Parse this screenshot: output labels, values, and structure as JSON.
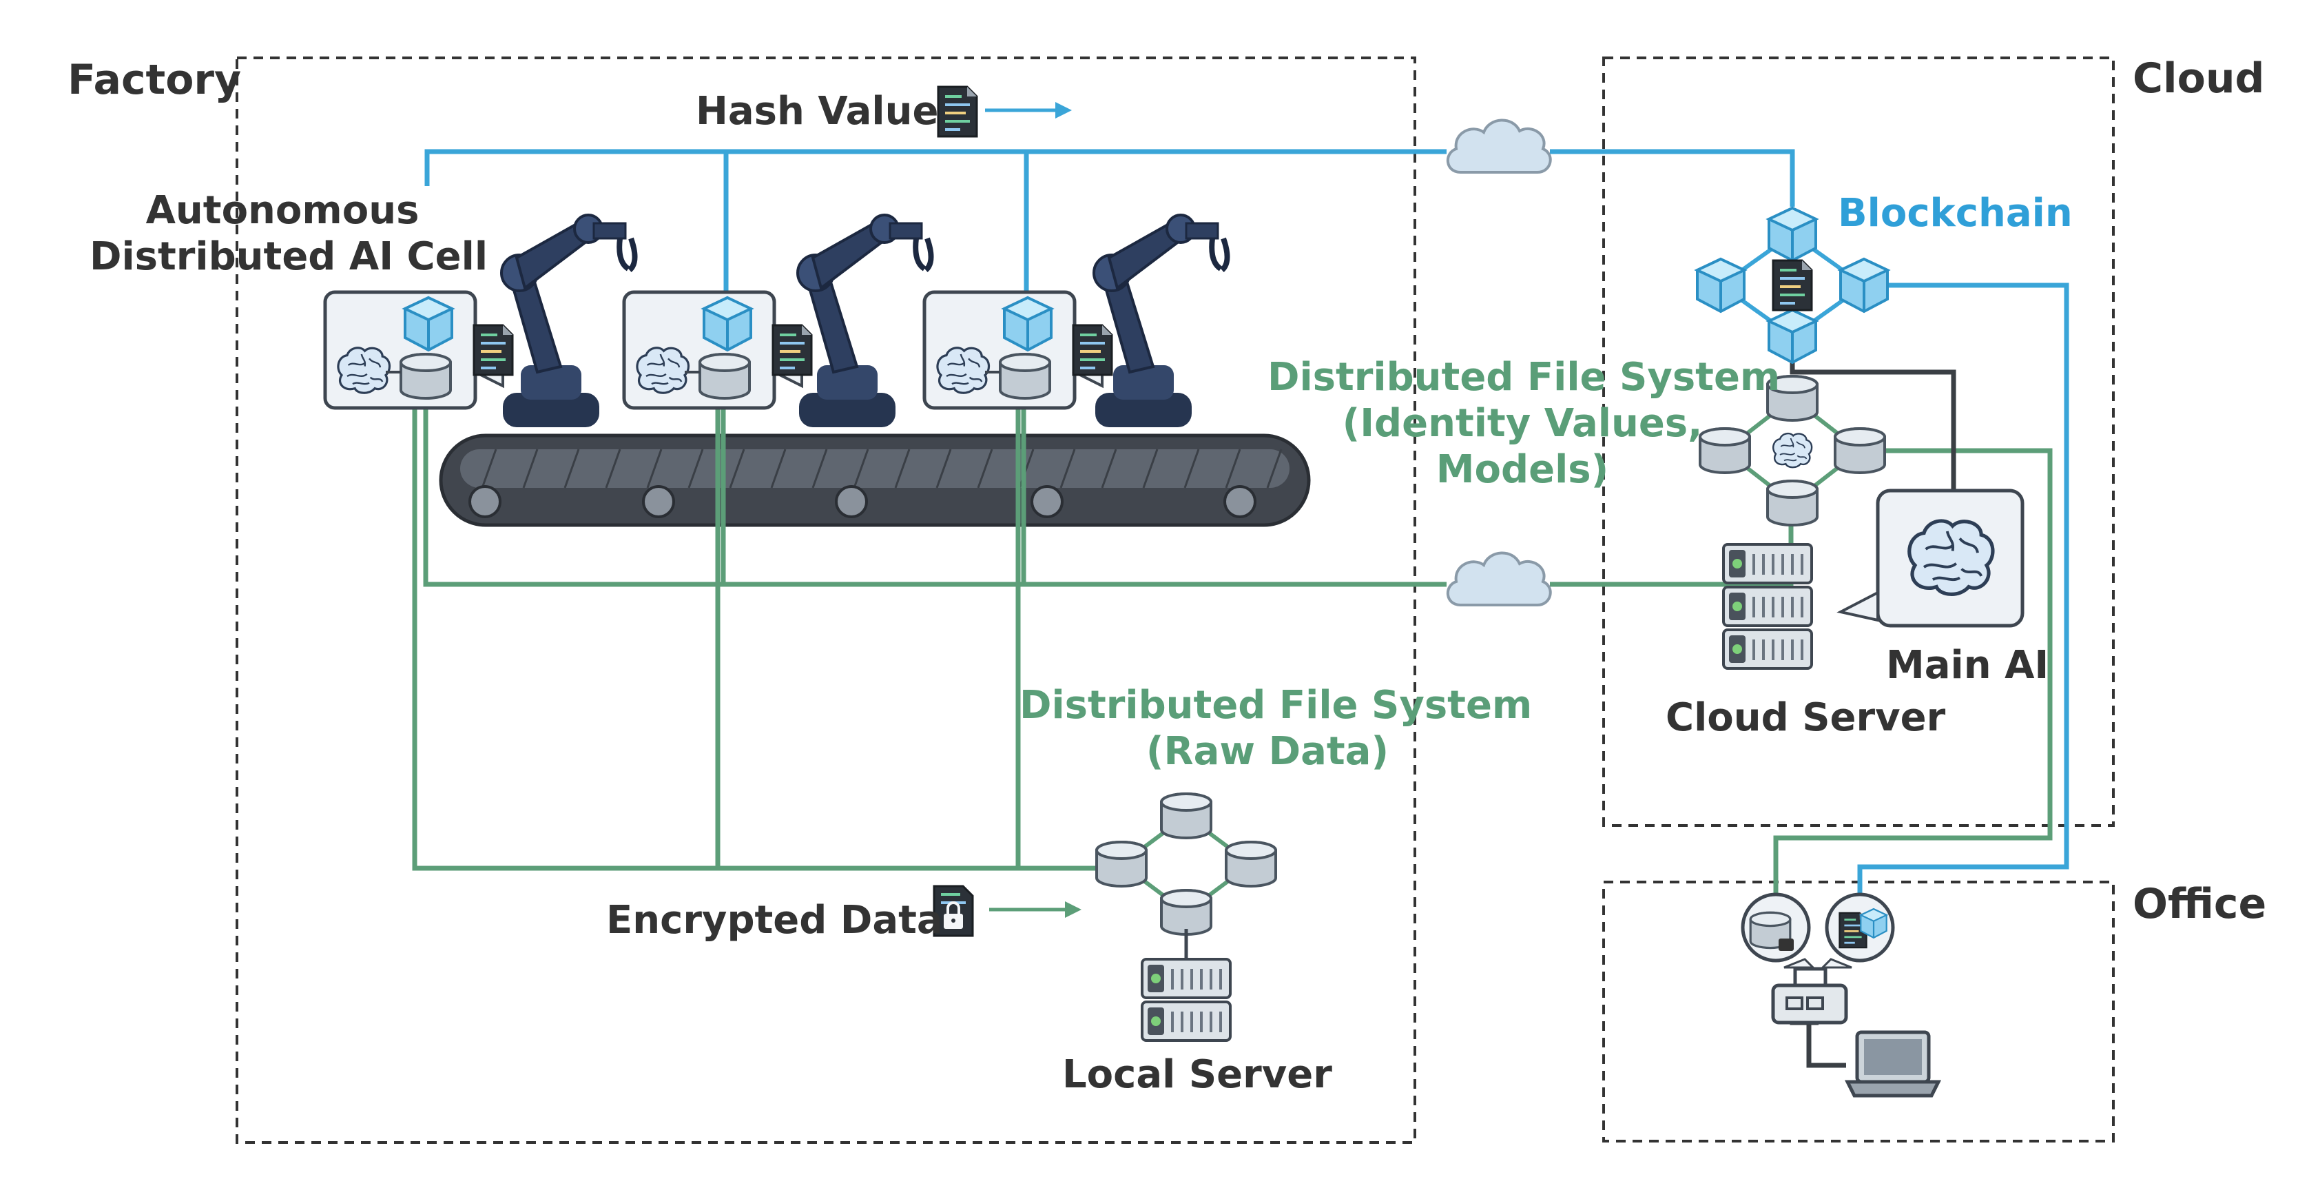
{
  "zones": {
    "factory": "Factory",
    "cloud": "Cloud",
    "office": "Office"
  },
  "labels": {
    "ai_cell": [
      "Autonomous",
      "Distributed AI Cell"
    ],
    "hash_value": "Hash Value",
    "blockchain": "Blockchain",
    "dfs_identity": [
      "Distributed File System",
      "(Identity Values,",
      "Models)"
    ],
    "dfs_raw": [
      "Distributed File System",
      "(Raw Data)"
    ],
    "encrypted_data": "Encrypted Data",
    "local_server": "Local Server",
    "main_ai": "Main AI",
    "cloud_server": "Cloud Server"
  },
  "colors": {
    "blue_line": "#3aa5d8",
    "green_line": "#5c9e78",
    "dark_line": "#3a3f44",
    "robot": "#2e3f60",
    "conveyor": "#3c4048",
    "cloud_fill": "#d6e4f0",
    "cube": "#a8dcf4",
    "cylinder": "#c8d2da",
    "panel_fill": "#eef2f6"
  },
  "icons": {
    "cloud": "cloud-icon",
    "cube": "blockchain-cube-icon",
    "cylinder": "database-cylinder-icon",
    "brain": "brain-icon",
    "document": "code-document-icon",
    "lock": "lock-icon",
    "server": "server-rack-icon",
    "robot": "robot-arm-icon",
    "laptop": "laptop-icon",
    "router": "router-icon"
  }
}
